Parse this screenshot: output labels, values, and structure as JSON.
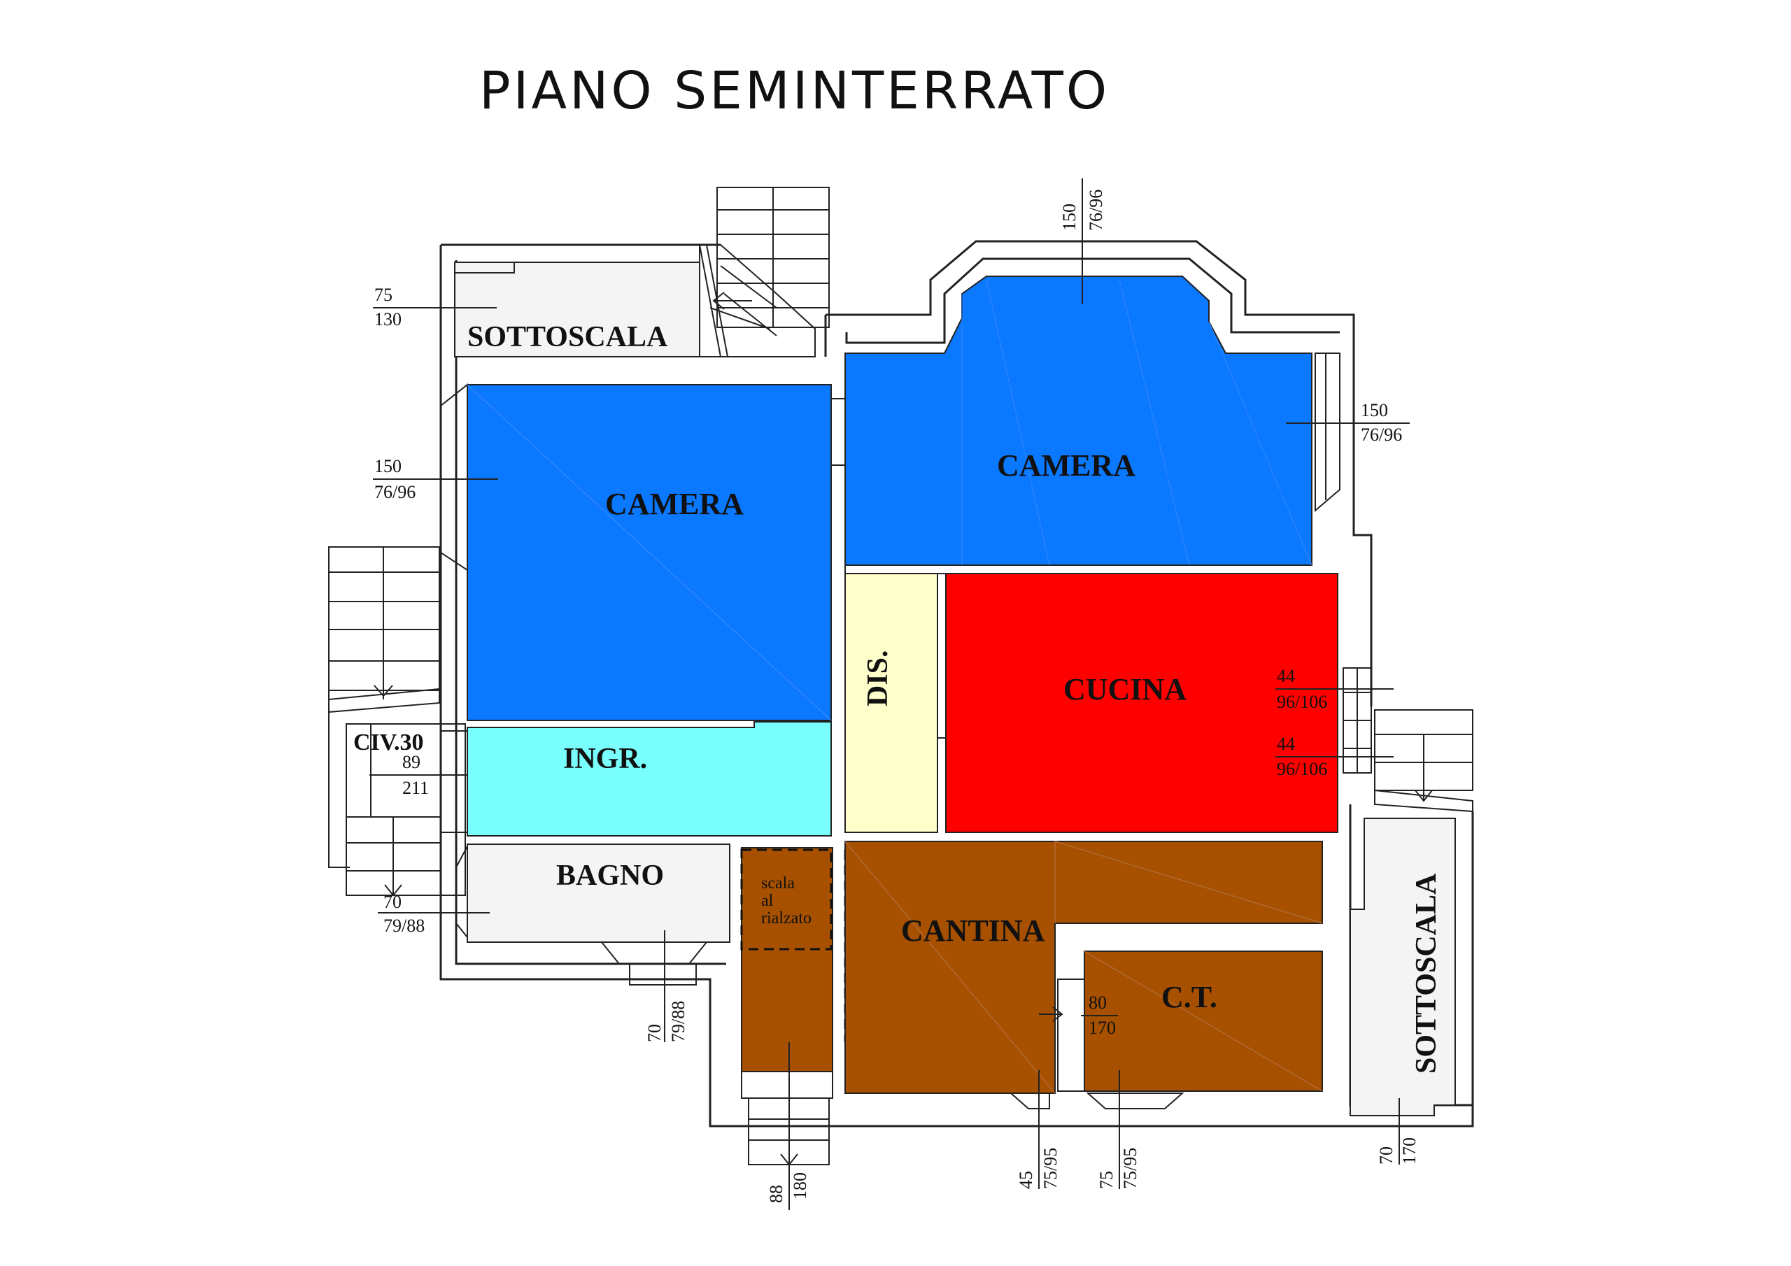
{
  "title": "PIANO SEMINTERRATO",
  "colors": {
    "camera": "#0a78ff",
    "cucina": "#ff0000",
    "ingresso": "#7affff",
    "disimpegno": "#ffffcc",
    "cantina": "#a65000",
    "bagno": "#f4f4f4",
    "sottoscala": "#f4f4f4"
  },
  "rooms": {
    "sottoscala_top": "SOTTOSCALA",
    "camera_left": "CAMERA",
    "camera_right": "CAMERA",
    "dis": "DIS.",
    "cucina": "CUCINA",
    "ingr": "INGR.",
    "bagno": "BAGNO",
    "civ": "CIV.30",
    "cantina": "CANTINA",
    "ct": "C.T.",
    "sottoscala_right": "SOTTOSCALA",
    "scala_line1": "scala",
    "scala_line2": "al",
    "scala_line3": "rialzato"
  },
  "dims": {
    "sottoscala_top": {
      "top": "75",
      "bottom": "130"
    },
    "camera_left": {
      "top": "150",
      "bottom": "76/96"
    },
    "camera_right_top": {
      "top": "150",
      "bottom": "76/96"
    },
    "camera_right_side": {
      "top": "150",
      "bottom": "76/96"
    },
    "cucina_1": {
      "top": "44",
      "bottom": "96/106"
    },
    "cucina_2": {
      "top": "44",
      "bottom": "96/106"
    },
    "ingr": {
      "top": "89",
      "bottom": "211"
    },
    "bagno_side": {
      "top": "70",
      "bottom": "79/88"
    },
    "bagno_bottom": {
      "top": "70",
      "bottom": "79/88"
    },
    "stair_bottom": {
      "top": "88",
      "bottom": "180"
    },
    "cantina_bottom": {
      "top": "45",
      "bottom": "75/95"
    },
    "ct_door": {
      "top": "80",
      "bottom": "170"
    },
    "ct_bottom": {
      "top": "75",
      "bottom": "75/95"
    },
    "sottoscala_right": {
      "top": "70",
      "bottom": "170"
    }
  }
}
